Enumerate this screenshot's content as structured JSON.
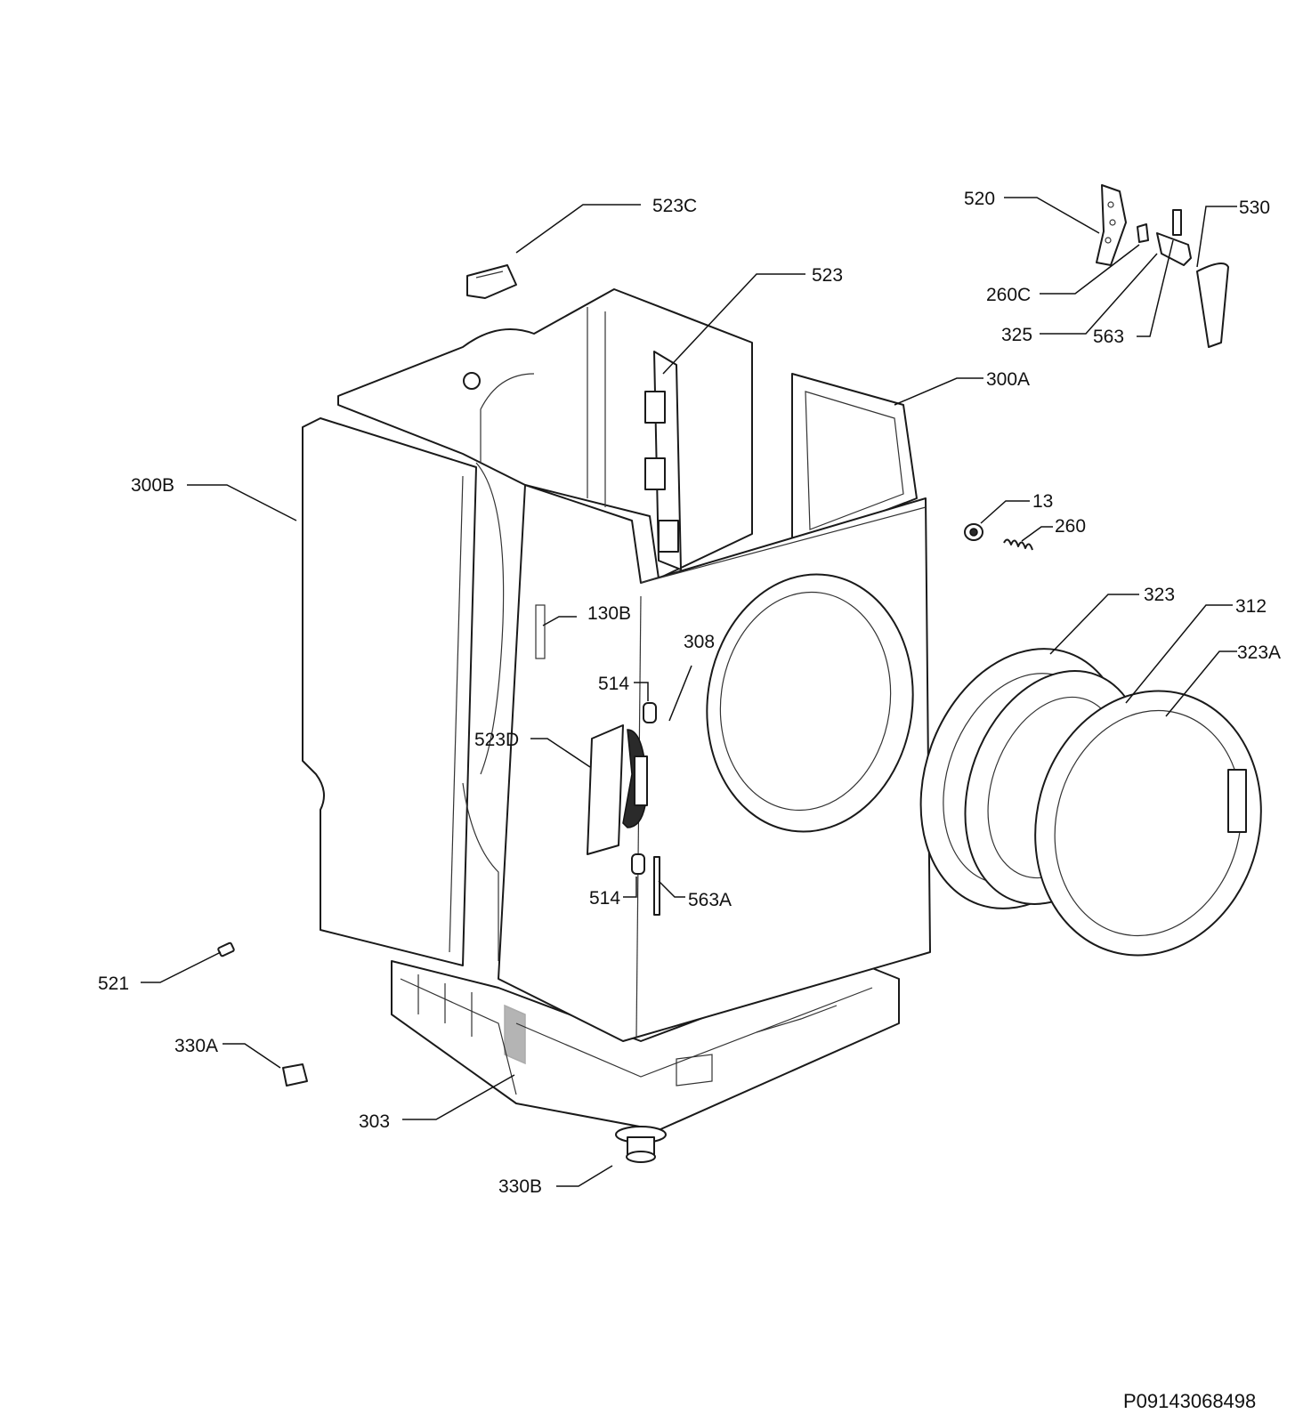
{
  "diagram": {
    "labels": [
      {
        "id": "523C",
        "text": "523C"
      },
      {
        "id": "523",
        "text": "523"
      },
      {
        "id": "520",
        "text": "520"
      },
      {
        "id": "530",
        "text": "530"
      },
      {
        "id": "260C",
        "text": "260C"
      },
      {
        "id": "325",
        "text": "325"
      },
      {
        "id": "563",
        "text": "563"
      },
      {
        "id": "300A",
        "text": "300A"
      },
      {
        "id": "300B",
        "text": "300B"
      },
      {
        "id": "13",
        "text": "13"
      },
      {
        "id": "260",
        "text": "260"
      },
      {
        "id": "323",
        "text": "323"
      },
      {
        "id": "312",
        "text": "312"
      },
      {
        "id": "323A",
        "text": "323A"
      },
      {
        "id": "130B",
        "text": "130B"
      },
      {
        "id": "308",
        "text": "308"
      },
      {
        "id": "514_top",
        "text": "514"
      },
      {
        "id": "523D",
        "text": "523D"
      },
      {
        "id": "514_bottom",
        "text": "514"
      },
      {
        "id": "563A",
        "text": "563A"
      },
      {
        "id": "521",
        "text": "521"
      },
      {
        "id": "330A",
        "text": "330A"
      },
      {
        "id": "303",
        "text": "303"
      },
      {
        "id": "330B",
        "text": "330B"
      }
    ],
    "document_code": "P09143068498"
  }
}
